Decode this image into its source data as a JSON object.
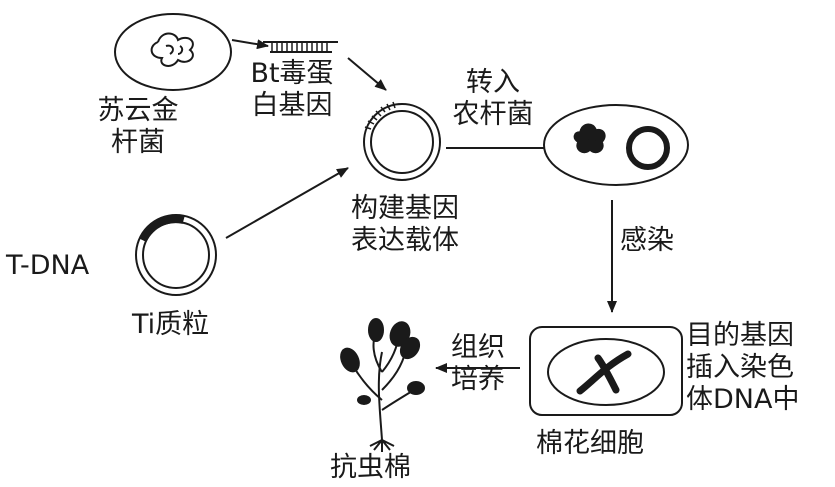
{
  "labels": {
    "bacterium": [
      "苏云金",
      "杆菌"
    ],
    "bt_gene": [
      "Bt毒蛋",
      "白基因"
    ],
    "transfer": [
      "转入",
      "农杆菌"
    ],
    "vector": [
      "构建基因",
      "表达载体"
    ],
    "tdna": "T-DNA",
    "ti_plasmid": "Ti质粒",
    "infect": "感染",
    "insert": [
      "目的基因",
      "插入染色",
      "体DNA中"
    ],
    "culture": [
      "组织",
      "培养"
    ],
    "cotton_cell": "棉花细胞",
    "plant": "抗虫棉"
  },
  "colors": {
    "ink": "#1a1a1a",
    "background": "#ffffff"
  }
}
